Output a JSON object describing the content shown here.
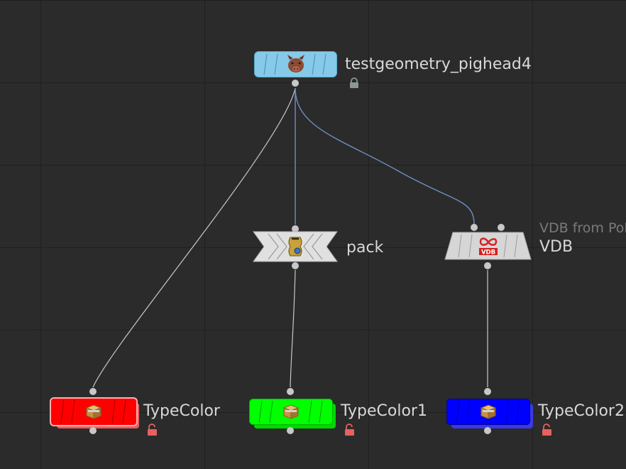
{
  "network": {
    "nodes": [
      {
        "id": "testgeometry_pighead4",
        "label": "testgeometry_pighead4",
        "icon": "pig-head-icon",
        "color": "#86c9e8",
        "lock": "locked"
      },
      {
        "id": "pack",
        "label": "pack",
        "icon": "pack-icon",
        "color": "#e0e0e0"
      },
      {
        "id": "vdb",
        "label": "VDB",
        "sublabel": "VDB from Pol",
        "icon": "vdb-icon",
        "color": "#d6d6d6"
      },
      {
        "id": "typecolor",
        "label": "TypeColor",
        "icon": "package-icon",
        "color": "#ff0000",
        "lock": "unlocked"
      },
      {
        "id": "typecolor1",
        "label": "TypeColor1",
        "icon": "package-icon",
        "color": "#00ff00",
        "lock": "unlocked"
      },
      {
        "id": "typecolor2",
        "label": "TypeColor2",
        "icon": "package-icon",
        "color": "#0000ff",
        "lock": "unlocked"
      }
    ],
    "wire_colors": {
      "default": "#c8c8c8",
      "selected": "#6e8fc4"
    }
  }
}
